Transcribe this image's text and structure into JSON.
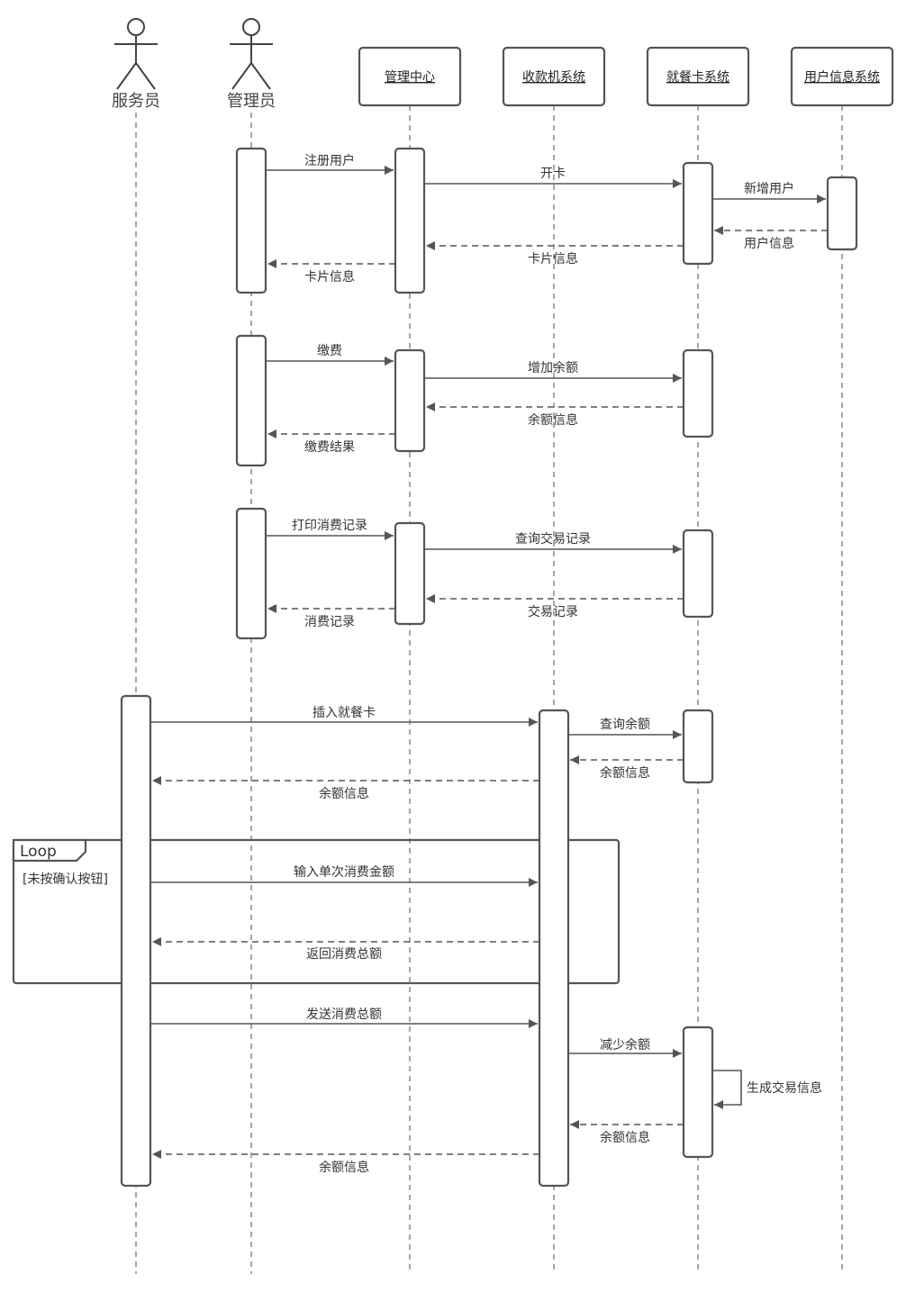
{
  "actors": [
    {
      "id": "waiter",
      "name": "服务员"
    },
    {
      "id": "admin",
      "name": "管理员"
    }
  ],
  "systems": [
    {
      "id": "mgmt",
      "name": "管理中心"
    },
    {
      "id": "pos",
      "name": "收款机系统"
    },
    {
      "id": "card",
      "name": "就餐卡系统"
    },
    {
      "id": "user",
      "name": "用户信息系统"
    }
  ],
  "messages": {
    "register_user": "注册用户",
    "open_card": "开卡",
    "add_user": "新增用户",
    "user_info": "用户信息",
    "card_info_1": "卡片信息",
    "card_info_2": "卡片信息",
    "pay": "缴费",
    "add_balance": "增加余额",
    "balance_info_1": "余额信息",
    "pay_result": "缴费结果",
    "print_records": "打印消费记录",
    "query_transactions": "查询交易记录",
    "transaction_records": "交易记录",
    "consumption_records": "消费记录",
    "insert_card": "插入就餐卡",
    "query_balance": "查询余额",
    "balance_info_2": "余额信息",
    "balance_info_3": "余额信息",
    "input_amount": "输入单次消费金额",
    "return_total": "返回消费总额",
    "send_total": "发送消费总额",
    "reduce_balance": "减少余额",
    "gen_transaction": "生成交易信息",
    "balance_info_4": "余额信息",
    "balance_info_5": "余额信息"
  },
  "loop": {
    "title": "Loop",
    "guard": "[未按确认按钮]"
  },
  "colors": {
    "stroke": "#555555",
    "text": "#333333",
    "background": "#ffffff"
  }
}
